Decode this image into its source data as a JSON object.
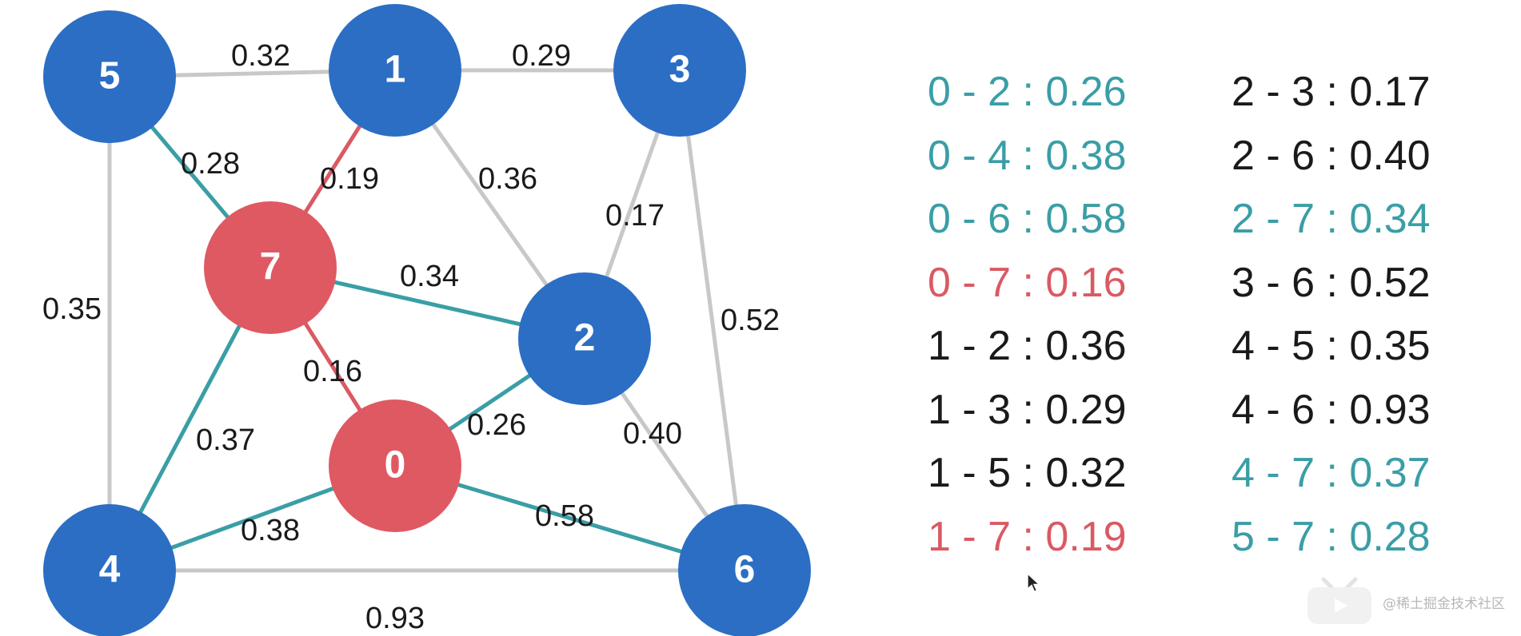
{
  "colors": {
    "tree_edge": "#3a9ea5",
    "highlight_edge": "#d95a63",
    "other_edge": "#c8c8c8",
    "blue_node": "#2b6ec4",
    "red_node": "#df5962",
    "text_default": "#1a1a1a"
  },
  "nodes": [
    {
      "id": "0",
      "label": "0",
      "color": "red"
    },
    {
      "id": "1",
      "label": "1",
      "color": "blue"
    },
    {
      "id": "2",
      "label": "2",
      "color": "blue"
    },
    {
      "id": "3",
      "label": "3",
      "color": "blue"
    },
    {
      "id": "4",
      "label": "4",
      "color": "blue"
    },
    {
      "id": "5",
      "label": "5",
      "color": "blue"
    },
    {
      "id": "6",
      "label": "6",
      "color": "blue"
    },
    {
      "id": "7",
      "label": "7",
      "color": "red"
    }
  ],
  "edges": [
    {
      "from": "0",
      "to": "2",
      "weight": "0.26",
      "state": "tree"
    },
    {
      "from": "0",
      "to": "4",
      "weight": "0.38",
      "state": "tree"
    },
    {
      "from": "0",
      "to": "6",
      "weight": "0.58",
      "state": "tree"
    },
    {
      "from": "0",
      "to": "7",
      "weight": "0.16",
      "state": "highlight"
    },
    {
      "from": "1",
      "to": "2",
      "weight": "0.36",
      "state": "other"
    },
    {
      "from": "1",
      "to": "3",
      "weight": "0.29",
      "state": "other"
    },
    {
      "from": "1",
      "to": "5",
      "weight": "0.32",
      "state": "other"
    },
    {
      "from": "1",
      "to": "7",
      "weight": "0.19",
      "state": "highlight"
    },
    {
      "from": "2",
      "to": "3",
      "weight": "0.17",
      "state": "other"
    },
    {
      "from": "2",
      "to": "6",
      "weight": "0.40",
      "state": "other"
    },
    {
      "from": "2",
      "to": "7",
      "weight": "0.34",
      "state": "tree"
    },
    {
      "from": "3",
      "to": "6",
      "weight": "0.52",
      "state": "other"
    },
    {
      "from": "4",
      "to": "5",
      "weight": "0.35",
      "state": "other"
    },
    {
      "from": "4",
      "to": "6",
      "weight": "0.93",
      "state": "other"
    },
    {
      "from": "4",
      "to": "7",
      "weight": "0.37",
      "state": "tree"
    },
    {
      "from": "5",
      "to": "7",
      "weight": "0.28",
      "state": "tree"
    }
  ],
  "edge_list": [
    {
      "text": "0 - 2 : 0.26",
      "state": "tree"
    },
    {
      "text": "0 - 4 : 0.38",
      "state": "tree"
    },
    {
      "text": "0 - 6 : 0.58",
      "state": "tree"
    },
    {
      "text": "0 - 7 : 0.16",
      "state": "highlight"
    },
    {
      "text": "1 - 2 : 0.36",
      "state": "other"
    },
    {
      "text": "1 - 3 : 0.29",
      "state": "other"
    },
    {
      "text": "1 - 5 : 0.32",
      "state": "other"
    },
    {
      "text": "1 - 7 : 0.19",
      "state": "highlight"
    },
    {
      "text": "2 - 3 : 0.17",
      "state": "other"
    },
    {
      "text": "2 - 6 : 0.40",
      "state": "other"
    },
    {
      "text": "2 - 7 : 0.34",
      "state": "tree"
    },
    {
      "text": "3 - 6 : 0.52",
      "state": "other"
    },
    {
      "text": "4 - 5 : 0.35",
      "state": "other"
    },
    {
      "text": "4 - 6 : 0.93",
      "state": "other"
    },
    {
      "text": "4 - 7 : 0.37",
      "state": "tree"
    },
    {
      "text": "5 - 7 : 0.28",
      "state": "tree"
    }
  ],
  "watermark": {
    "text": "@稀土掘金技术社区",
    "icon": "bilibili-tv-icon"
  },
  "cursor": {
    "icon": "mouse-pointer-icon"
  }
}
